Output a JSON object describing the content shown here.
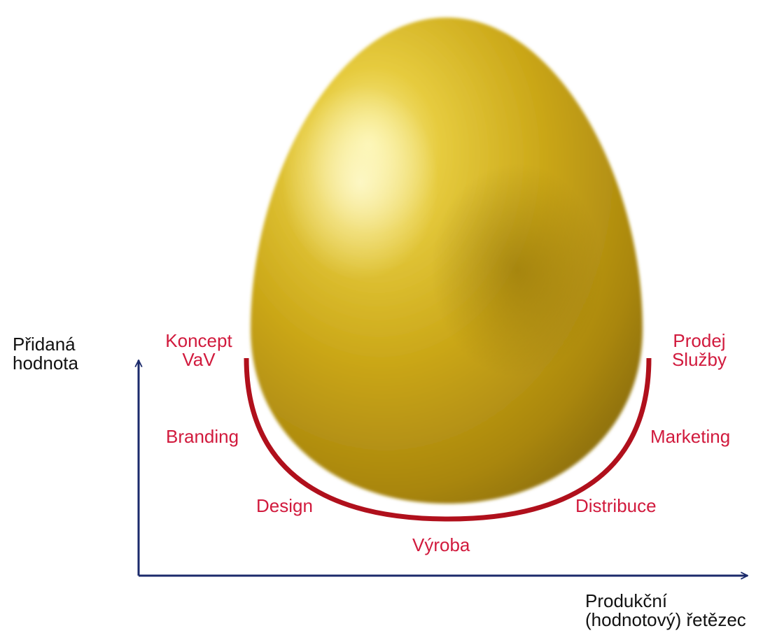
{
  "diagram": {
    "y_axis_label": {
      "line1": "Přidaná",
      "line2": "hodnota"
    },
    "x_axis_label": {
      "line1": "Produkční",
      "line2": "(hodnotový) řetězec"
    },
    "stages": {
      "koncept": {
        "line1": "Koncept",
        "line2": "VaV"
      },
      "branding": "Branding",
      "design": "Design",
      "vyroba": "Výroba",
      "distribuce": "Distribuce",
      "marketing": "Marketing",
      "prodej": {
        "line1": "Prodej",
        "line2": "Služby"
      }
    },
    "colors": {
      "axis": "#1b2a6b",
      "curve": "#b0101c",
      "stage_text": "#d11a3d",
      "axis_text": "#111111",
      "egg_gold": "#c9a516"
    },
    "icons": {
      "egg": "golden-egg-icon"
    }
  }
}
